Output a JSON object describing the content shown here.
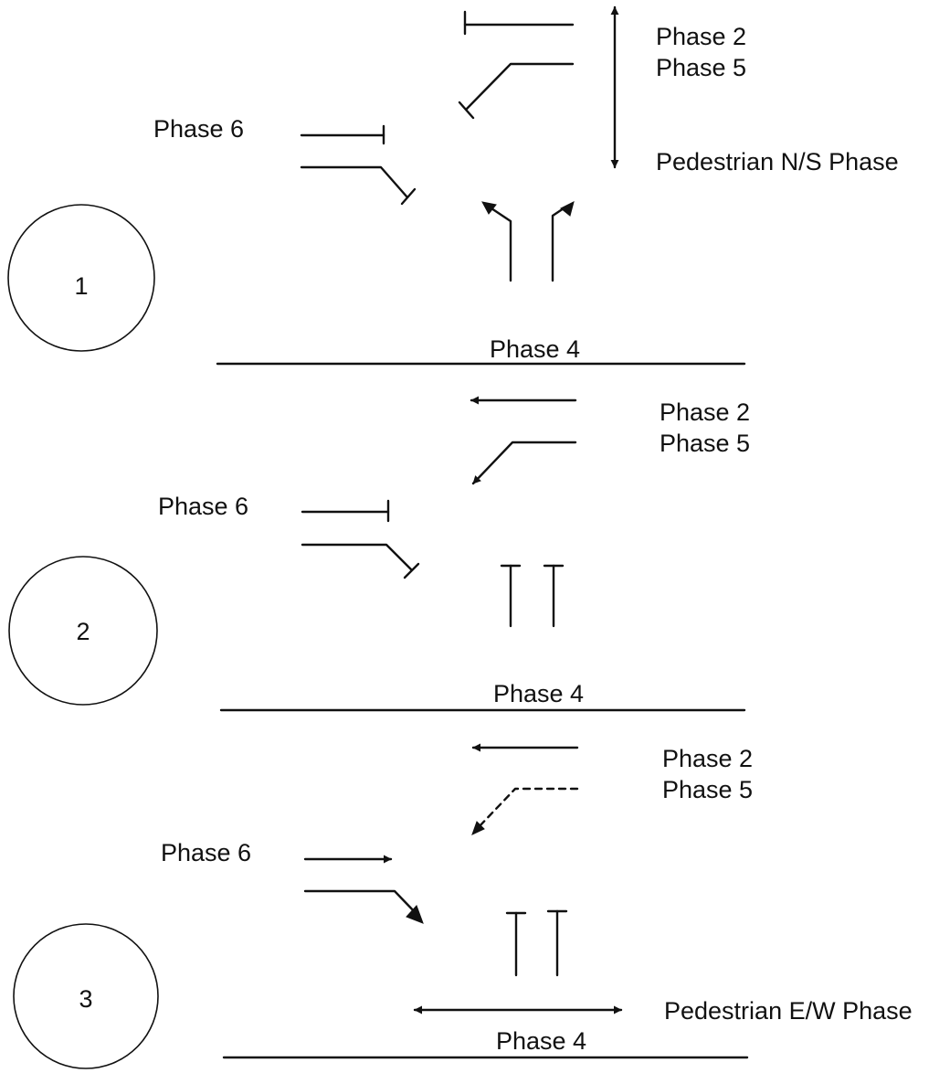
{
  "diagrams": [
    {
      "id": "1",
      "phase_labels": {
        "p2": "Phase 2",
        "p5": "Phase 5",
        "p6": "Phase 6",
        "p4": "Phase 4",
        "ped": "Pedestrian N/S Phase"
      }
    },
    {
      "id": "2",
      "phase_labels": {
        "p2": "Phase 2",
        "p5": "Phase 5",
        "p6": "Phase 6",
        "p4": "Phase 4"
      }
    },
    {
      "id": "3",
      "phase_labels": {
        "p2": "Phase 2",
        "p5": "Phase 5",
        "p6": "Phase 6",
        "p4": "Phase 4",
        "ped": "Pedestrian E/W Phase"
      }
    }
  ]
}
